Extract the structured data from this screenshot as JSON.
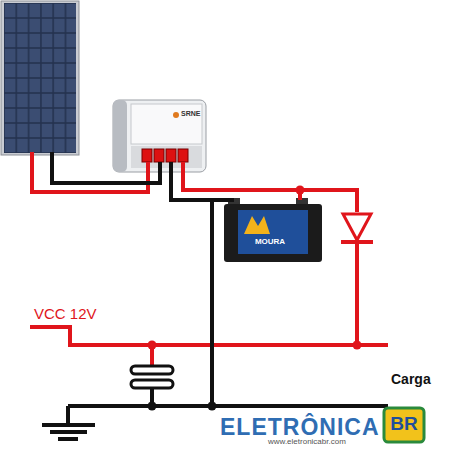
{
  "diagram": {
    "labels": [
      "SRNE",
      "MOURA",
      "VCC 12V",
      "Carga",
      "ELETRÔNICA",
      "BR",
      "www.eletronicabr.com"
    ]
  }
}
